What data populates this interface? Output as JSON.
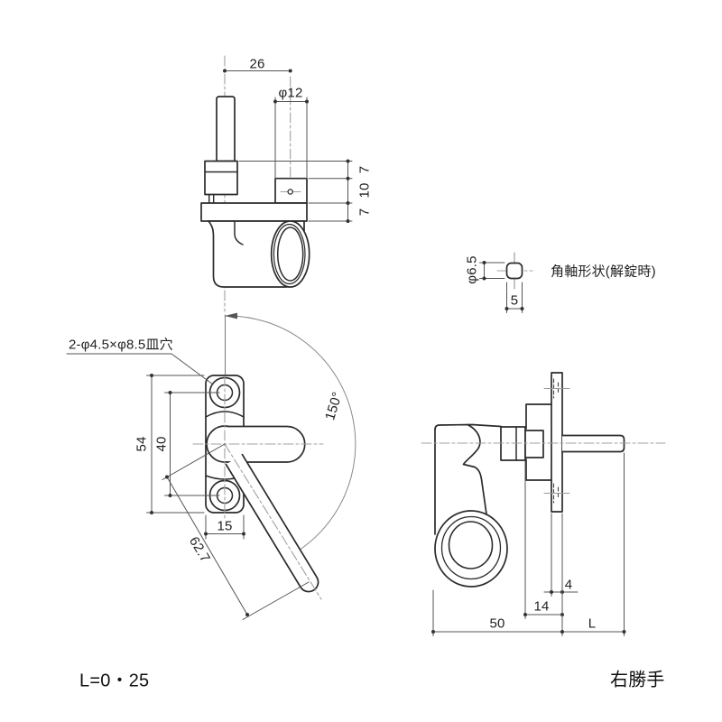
{
  "drawing": {
    "kind": "technical-drawing-window-crescent-lock",
    "views": {
      "top_view": {
        "dims": {
          "width_26": "26",
          "dia_12": "φ12",
          "h7_top": "7",
          "h10_mid": "10",
          "h7_bottom": "7"
        }
      },
      "shaft_detail": {
        "dims": {
          "dia_6_5": "φ6.5",
          "w5": "5"
        },
        "note": "角軸形状(解錠時)"
      },
      "front_view": {
        "hole_note": "2-φ4.5×φ8.5皿穴",
        "dims": {
          "h54": "54",
          "h40": "40",
          "w15": "15",
          "len_62_7": "62.7",
          "angle_150": "150°"
        }
      },
      "side_view": {
        "dims": {
          "t4": "4",
          "d14": "14",
          "d50": "50",
          "dL": "L"
        }
      }
    },
    "footer": {
      "length_note": "L=0・25",
      "hand_note": "右勝手"
    },
    "colors": {
      "background": "#ffffff",
      "outline": "#2b2b2b",
      "dimension": "#555555",
      "centerline": "#a0a0a0",
      "text": "#222222"
    }
  }
}
